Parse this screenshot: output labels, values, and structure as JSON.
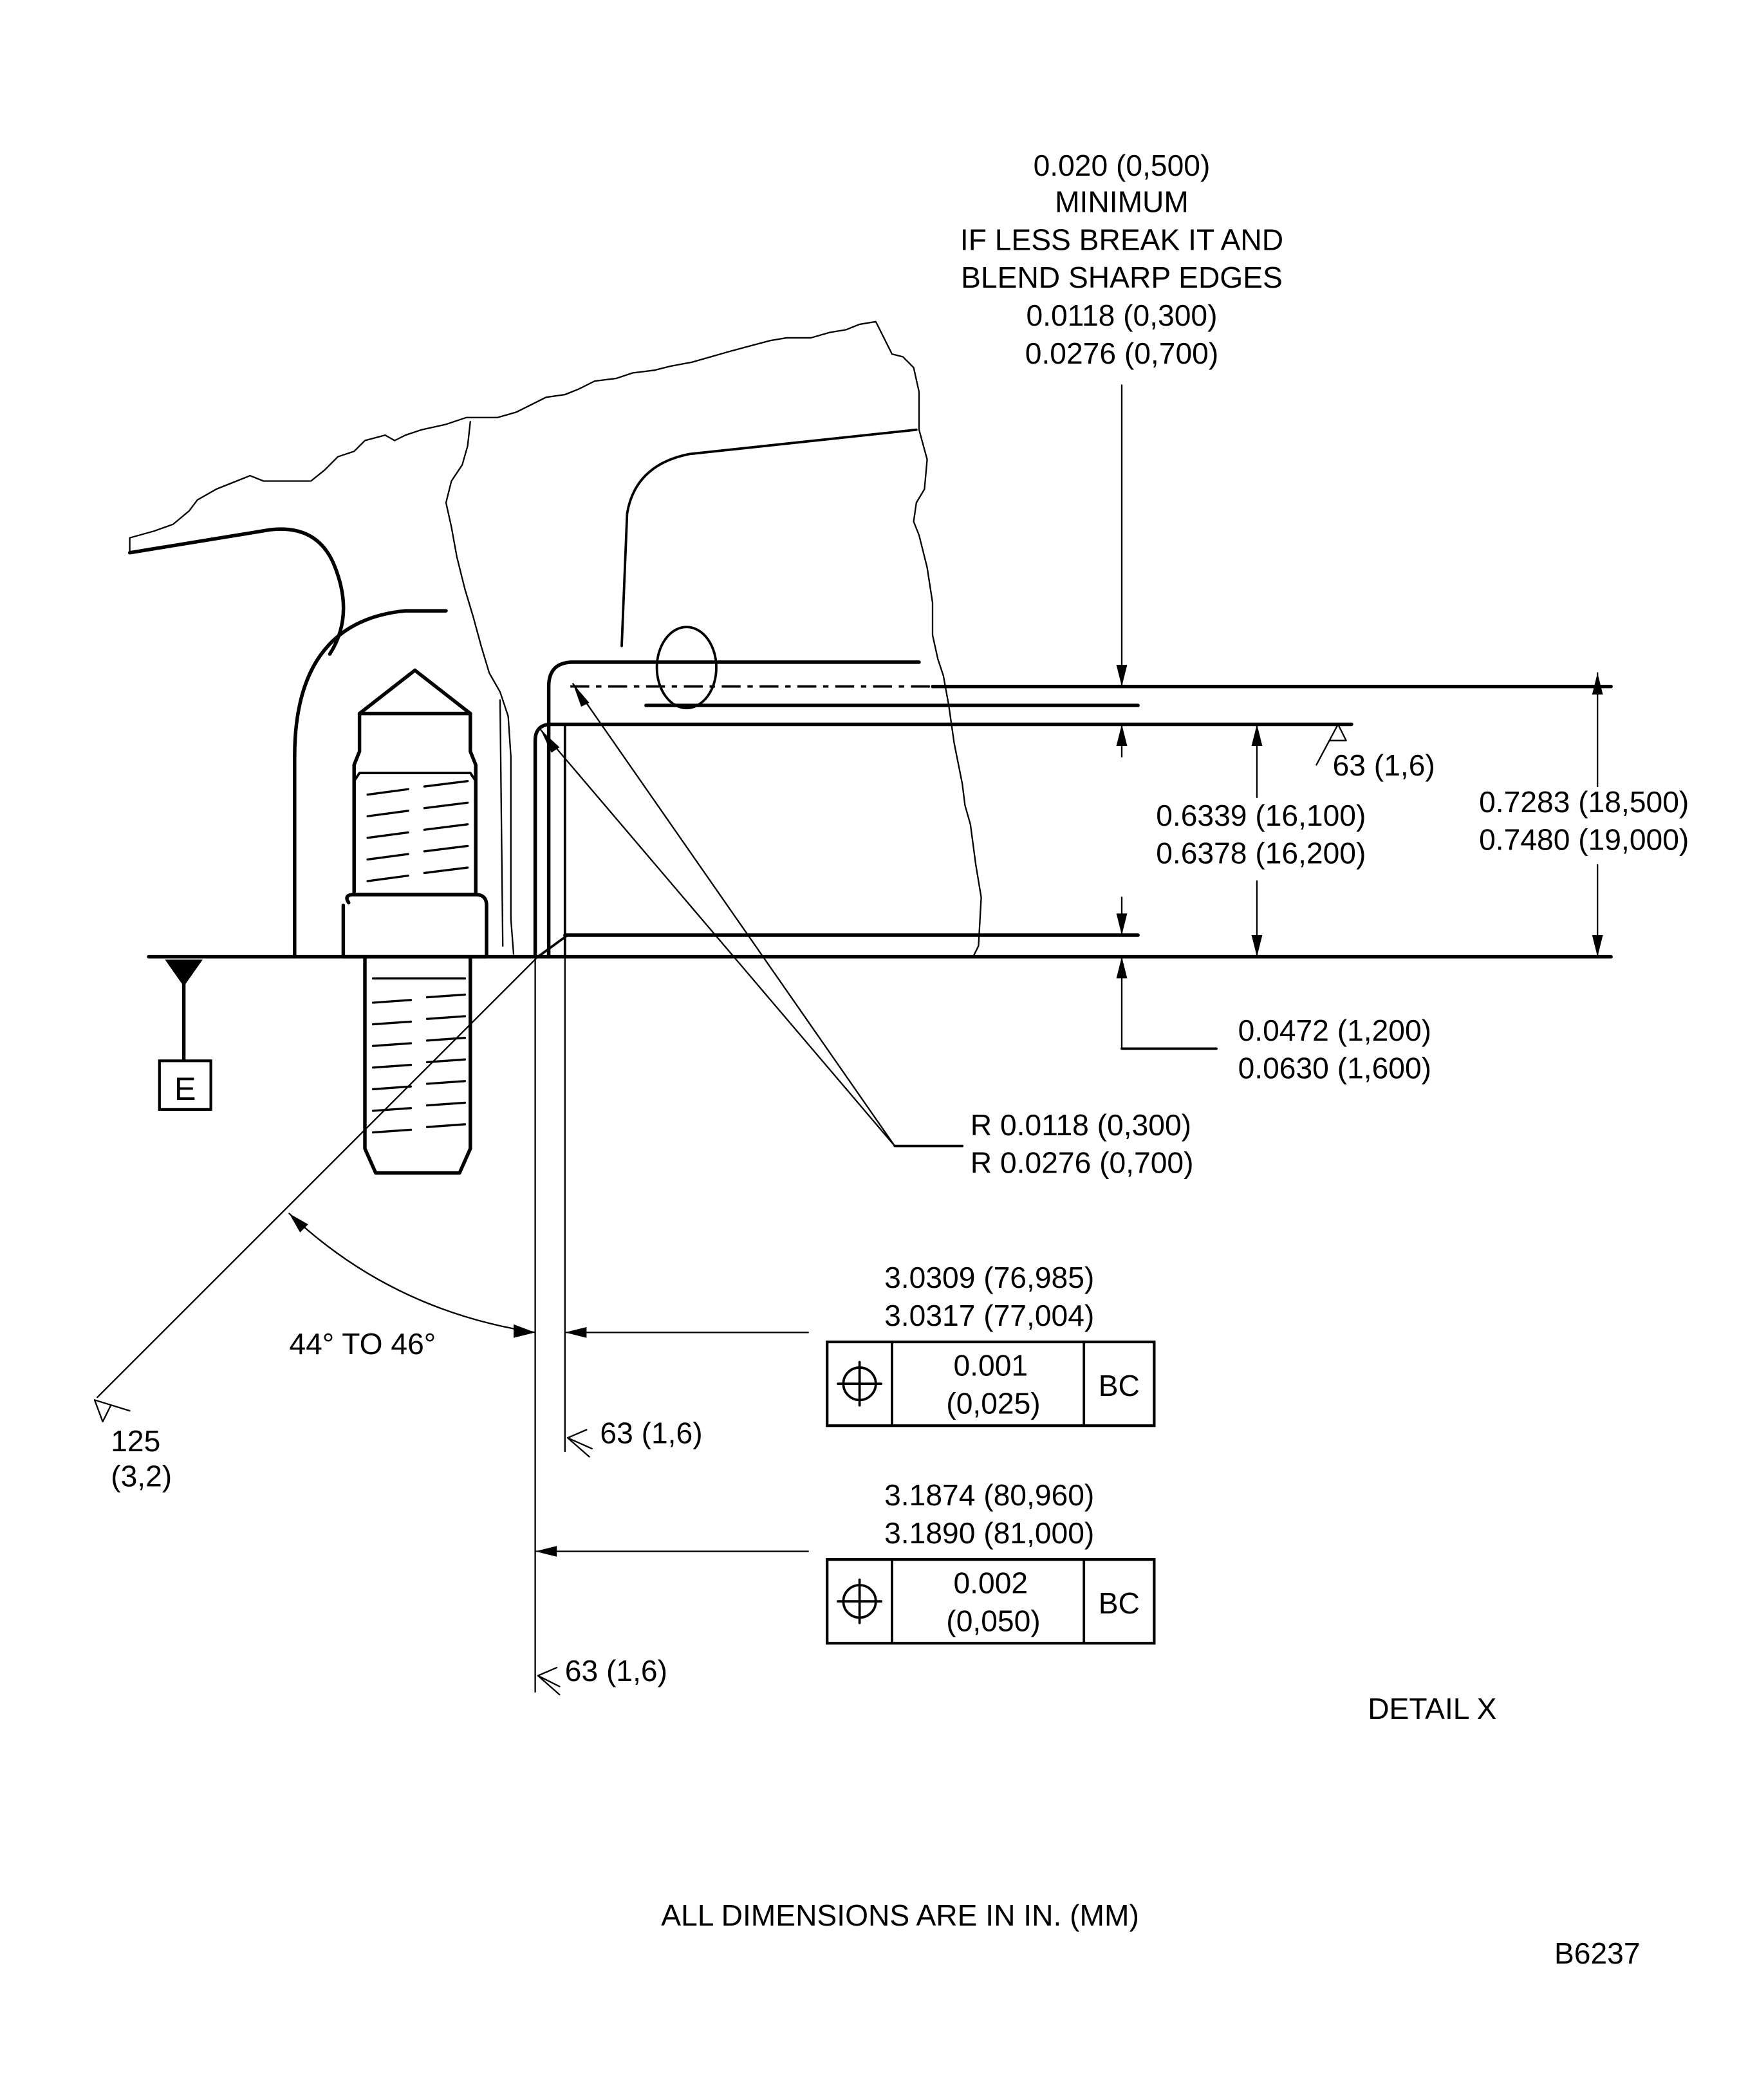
{
  "drawing": {
    "title": "DETAIL X",
    "units_note": "ALL DIMENSIONS ARE IN IN. (MM)",
    "figure_id": "B6237",
    "ink_color": "#000000",
    "background_color": "#ffffff"
  },
  "top_note": {
    "lines": [
      "0.020 (0,500)",
      "MINIMUM",
      "IF LESS BREAK IT AND",
      "BLEND SHARP EDGES",
      "0.0118 (0,300)",
      "0.0276 (0,700)"
    ]
  },
  "dimensions": {
    "height_inner": [
      "0.6339 (16,100)",
      "0.6378 (16,200)"
    ],
    "height_overall": [
      "0.7283 (18,500)",
      "0.7480 (19,000)"
    ],
    "base_thickness": [
      "0.0472 (1,200)",
      "0.0630 (1,600)"
    ],
    "radius": [
      "R 0.0118 (0,300)",
      "R 0.0276 (0,700)"
    ],
    "angle": "44° TO 46°",
    "diameter_inner": [
      "3.0309 (76,985)",
      "3.0317 (77,004)"
    ],
    "diameter_outer": [
      "3.1874 (80,960)",
      "3.1890 (81,000)"
    ]
  },
  "surface_finish": {
    "top_face": "63 (1,6)",
    "inner_bore": "63 (1,6)",
    "outer_bore": "63 (1,6)",
    "chamfer": [
      "125",
      "(3,2)"
    ]
  },
  "feature_control_frames": [
    {
      "symbol": "position-icon",
      "tolerance": [
        "0.001",
        "(0,025)"
      ],
      "datums": "BC"
    },
    {
      "symbol": "position-icon",
      "tolerance": [
        "0.002",
        "(0,050)"
      ],
      "datums": "BC"
    }
  ],
  "datum": {
    "label": "E"
  }
}
